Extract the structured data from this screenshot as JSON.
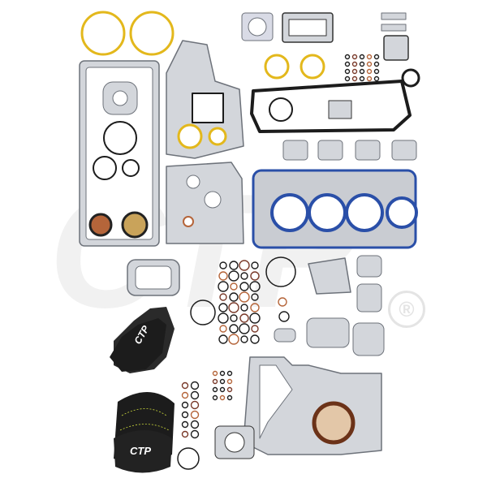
{
  "product": {
    "watermark_text": "CTP",
    "watermark_mark": "®",
    "glove_logo": "CTP",
    "hat_logo": "CTP"
  },
  "colors": {
    "gasket_gray": "#c9ccd2",
    "gasket_outline": "#6d727a",
    "oring_yellow": "#e3b81c",
    "head_gasket_blue": "#2a4fa8",
    "black_seal": "#1c1c1c",
    "copper_seal": "#b5653a",
    "hat_stitch": "#c9d63a"
  },
  "icons": [
    "gasket-set",
    "o-ring",
    "work-gloves",
    "baseball-cap",
    "registered-trademark"
  ]
}
